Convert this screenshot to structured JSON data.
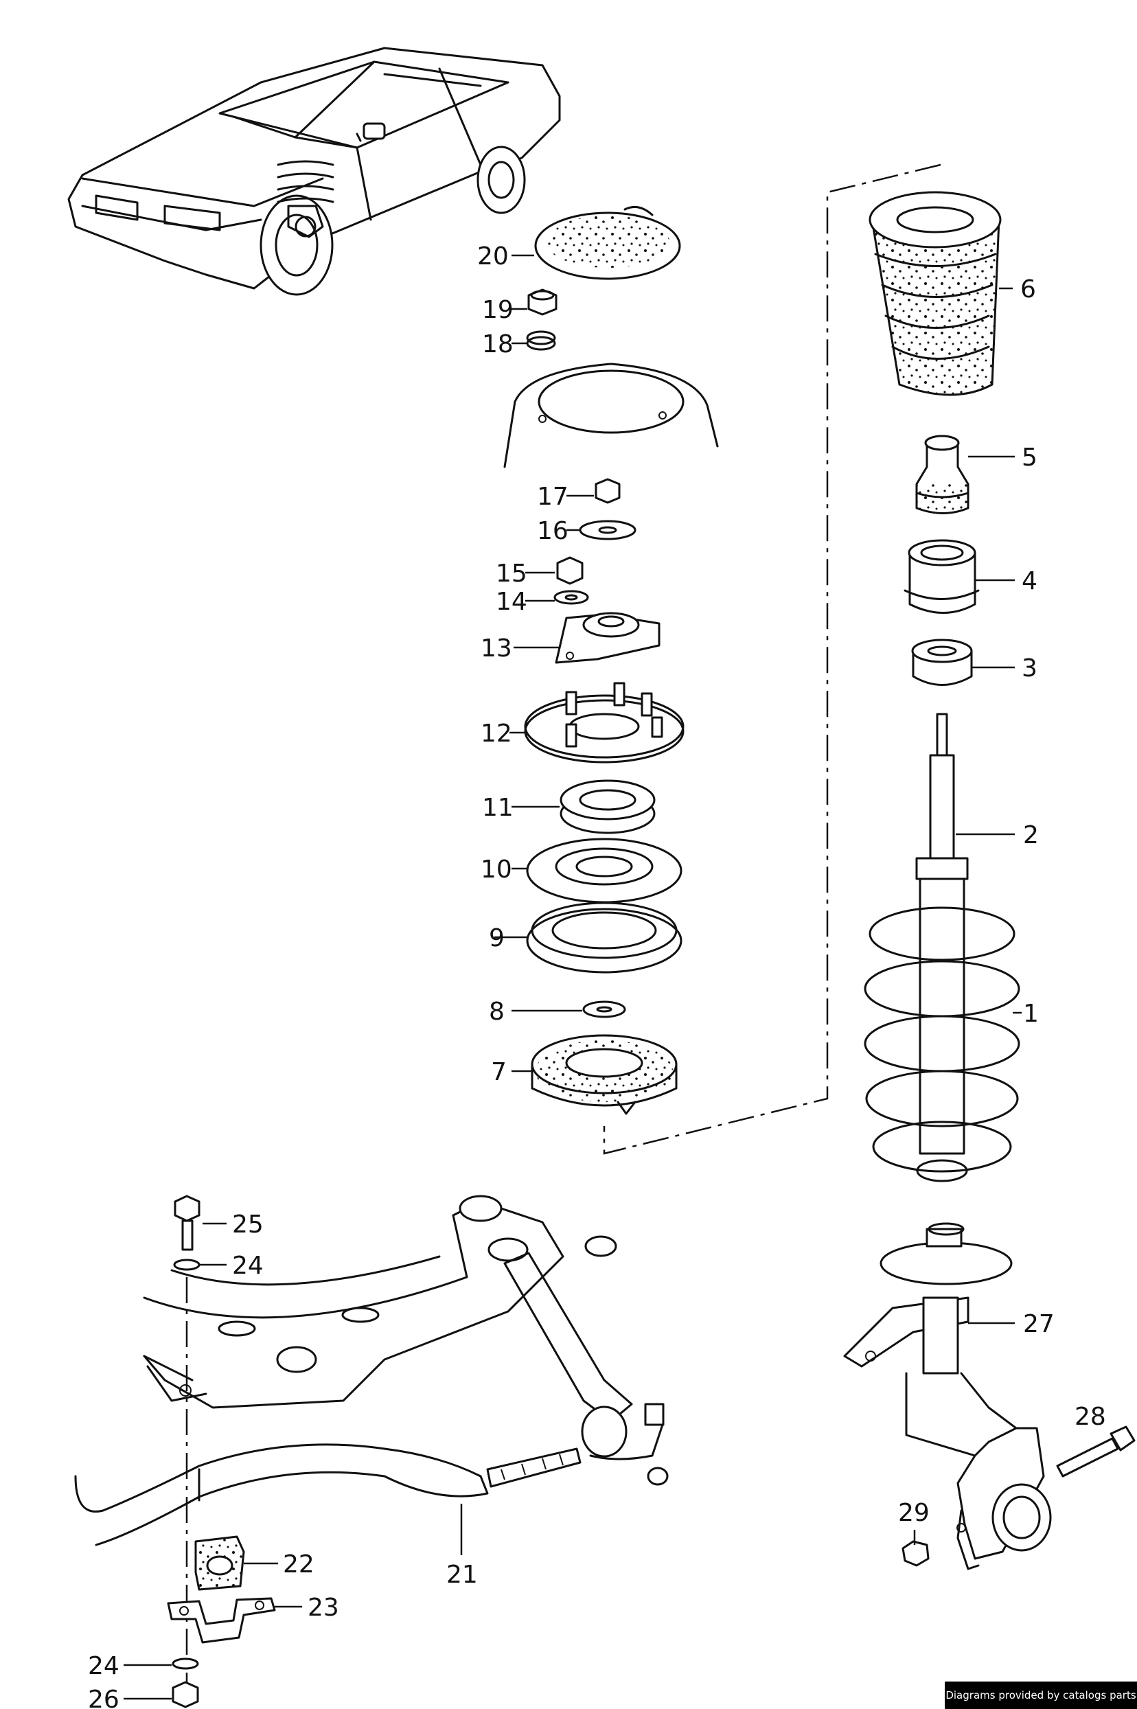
{
  "labels": [
    "1",
    "2",
    "3",
    "4",
    "5",
    "6",
    "7",
    "8",
    "9",
    "10",
    "11",
    "12",
    "13",
    "14",
    "15",
    "16",
    "17",
    "18",
    "19",
    "20",
    "21",
    "22",
    "23",
    "24",
    "24",
    "25",
    "26",
    "27",
    "28",
    "29"
  ],
  "credit": "Diagrams provided by catalogs parts",
  "colors": {
    "line": "#111111",
    "background": "#ffffff",
    "credit_bg": "#000000"
  }
}
